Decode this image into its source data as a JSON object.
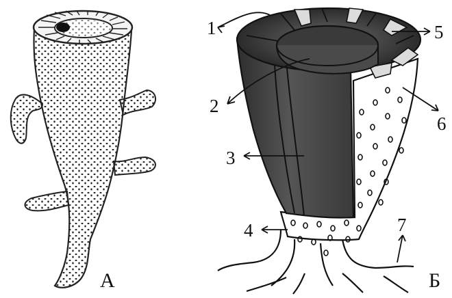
{
  "panels": {
    "a": {
      "label": "А"
    },
    "b": {
      "label": "Б"
    }
  },
  "callouts": [
    {
      "id": "1",
      "label": "1"
    },
    {
      "id": "2",
      "label": "2"
    },
    {
      "id": "3",
      "label": "3"
    },
    {
      "id": "4",
      "label": "4"
    },
    {
      "id": "5",
      "label": "5"
    },
    {
      "id": "6",
      "label": "6"
    },
    {
      "id": "7",
      "label": "7"
    }
  ],
  "colors": {
    "ink": "#111111",
    "outer_wall": "#454545",
    "inner_cavity": "#3a3a3a",
    "light_wall": "#d8d8d8",
    "background": "#ffffff"
  }
}
